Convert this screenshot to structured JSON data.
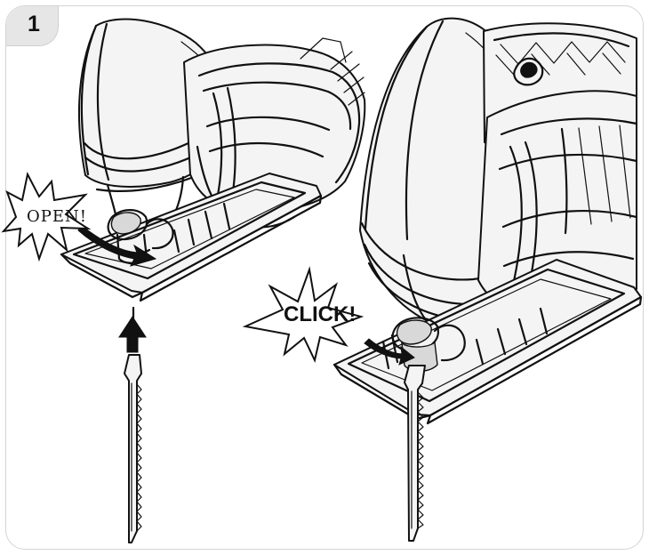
{
  "step": {
    "number": "1"
  },
  "callouts": {
    "open": "OPEN!",
    "click": "CLICK!"
  },
  "colors": {
    "ink": "#111111",
    "panel_border": "#d4d4d4",
    "tab_fill": "#e6e6e6",
    "background": "#ffffff"
  }
}
